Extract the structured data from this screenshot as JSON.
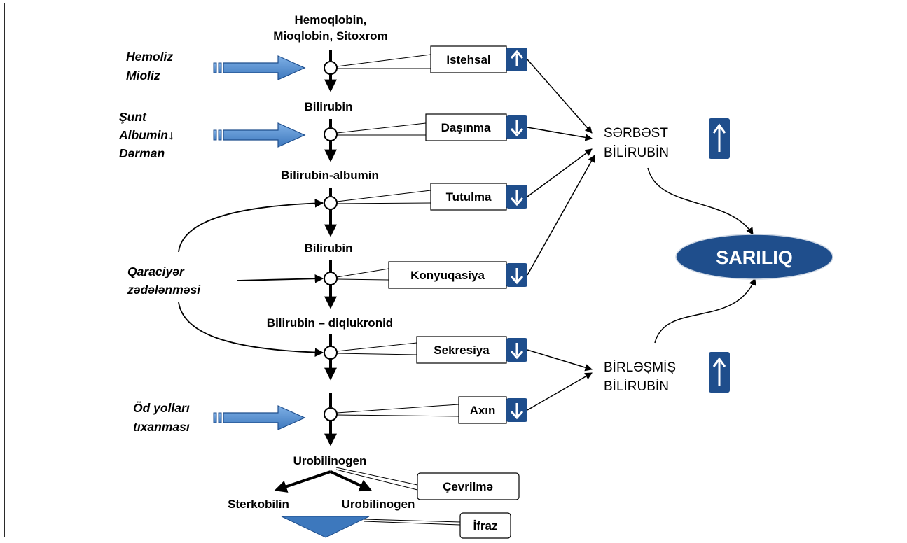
{
  "intermediates": {
    "hemo_line1": "Hemoqlobin,",
    "hemo_line2": "Mioqlobin, Sitoxrom",
    "bilirubin_1": "Bilirubin",
    "bilirubin_albumin": "Bilirubin-albumin",
    "bilirubin_2": "Bilirubin",
    "diglucuronide": "Bilirubin – diqlukronid",
    "urobilinogen": "Urobilinogen",
    "sterkobilin": "Sterkobilin",
    "urobilinogen_2": "Urobilinogen"
  },
  "causes": {
    "hemoliz": "Hemoliz",
    "mioliz": "Mioliz",
    "sunt": "Şunt",
    "albumin": "Albumin↓",
    "derman": "Dərman",
    "qaraciyer": "Qaraciyər",
    "zedelenmesi": "zədələnməsi",
    "od_yollari": "Öd yolları",
    "tixanmasi": "tıxanması"
  },
  "steps": [
    {
      "label": "Istehsal",
      "direction": "up"
    },
    {
      "label": "Daşınma",
      "direction": "down"
    },
    {
      "label": "Tutulma",
      "direction": "down"
    },
    {
      "label": "Konyuqasiya",
      "direction": "down"
    },
    {
      "label": "Sekresiya",
      "direction": "down"
    },
    {
      "label": "Axın",
      "direction": "down"
    }
  ],
  "fate_steps": {
    "cevrilme": "Çevrilmə",
    "ifraz": "İfraz"
  },
  "outcomes": {
    "free_line1": "SƏRBƏST",
    "free_line2": "BİLİRUBİN",
    "conj_line1": "BİRLƏŞMİŞ",
    "conj_line2": "BİLİRUBİN",
    "jaundice": "SARILIQ"
  },
  "colors": {
    "navy": "#1f4e8c",
    "arrow_blue": "#4a86c8",
    "oval": "#1f4e8c"
  }
}
